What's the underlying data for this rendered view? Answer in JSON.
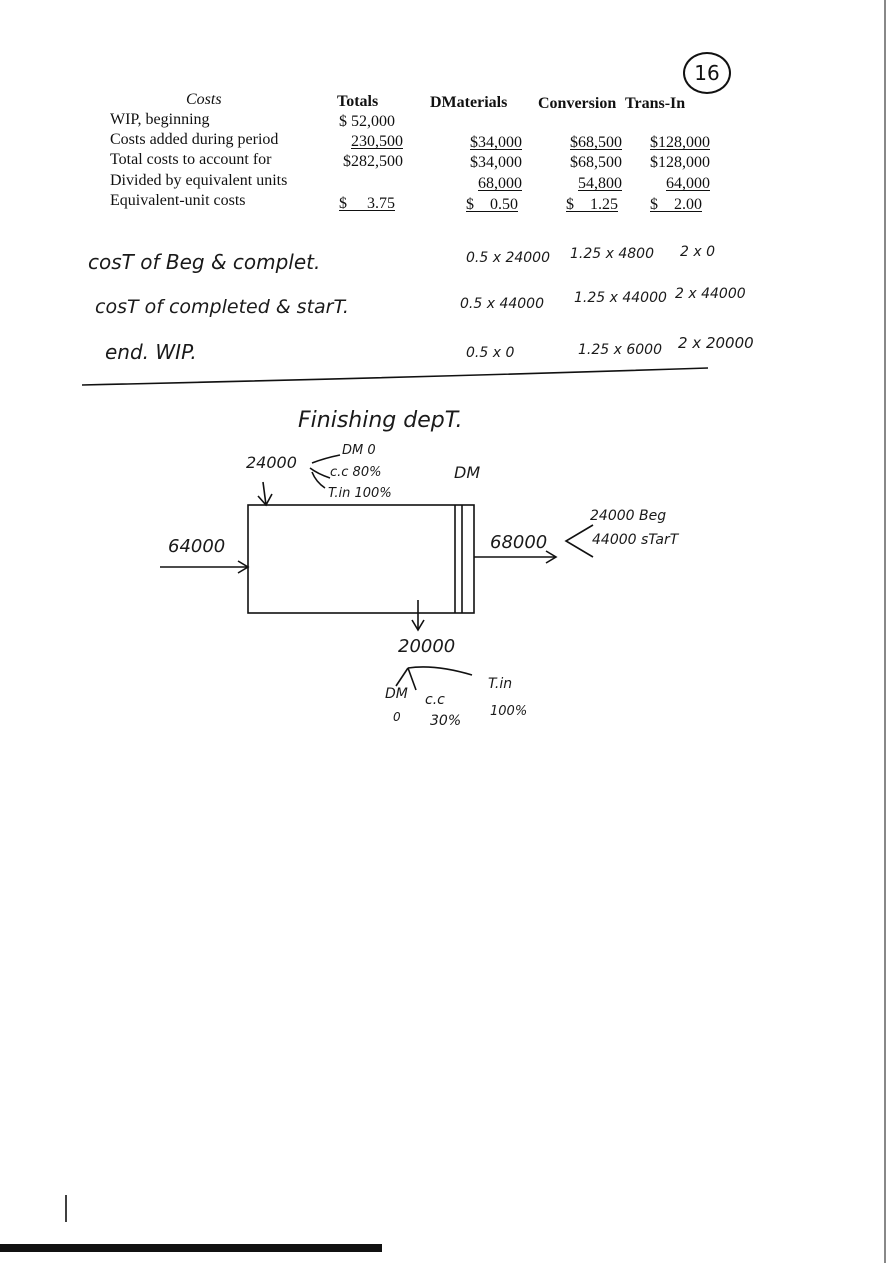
{
  "page_number": "16",
  "cost_table": {
    "headers": {
      "costs": "Costs",
      "totals": "Totals",
      "dmaterials": "DMaterials",
      "conversion": "Conversion",
      "trans_in": "Trans-In"
    },
    "rows": [
      {
        "label": "WIP, beginning",
        "totals": "$  52,000",
        "dm": "",
        "cc": "",
        "ti": ""
      },
      {
        "label": "Costs added during period",
        "totals": "230,500",
        "dm": "$34,000",
        "cc": "$68,500",
        "ti": "$128,000"
      },
      {
        "label": "Total costs to account for",
        "totals": "$282,500",
        "dm": "$34,000",
        "cc": "$68,500",
        "ti": "$128,000"
      },
      {
        "label": "Divided by equivalent units",
        "totals": "",
        "dm": "68,000",
        "cc": "54,800",
        "ti": "64,000"
      },
      {
        "label": "Equivalent-unit costs",
        "totals": "$     3.75",
        "dm": "$    0.50",
        "cc": "$    1.25",
        "ti": "$    2.00"
      }
    ]
  },
  "notes": [
    {
      "label": "cosT of Beg & complet.",
      "dm": "0.5 x 24000",
      "cc": "1.25 x 4800",
      "ti": "2 x 0"
    },
    {
      "label": "cosT of completed & starT.",
      "dm": "0.5 x 44000",
      "cc": "1.25 x 44000",
      "ti": "2 x 44000"
    },
    {
      "label": "end. WIP.",
      "dm": "0.5 x 0",
      "cc": "1.25 x 6000",
      "ti": "2 x 20000"
    }
  ],
  "diagram": {
    "title": "Finishing depT.",
    "beginning_units": "24000",
    "beginning_pct": [
      "DM 0",
      "c.c 80%",
      "T.in 100%"
    ],
    "dm_marker": "DM",
    "input_units": "64000",
    "output_units": "68000",
    "output_breakdown": [
      "24000 Beg",
      "44000 sTarT"
    ],
    "ending_units": "20000",
    "ending_labels": [
      "DM",
      "c.c",
      "T.in"
    ],
    "ending_pct": [
      "0",
      "30%",
      "100%"
    ]
  }
}
